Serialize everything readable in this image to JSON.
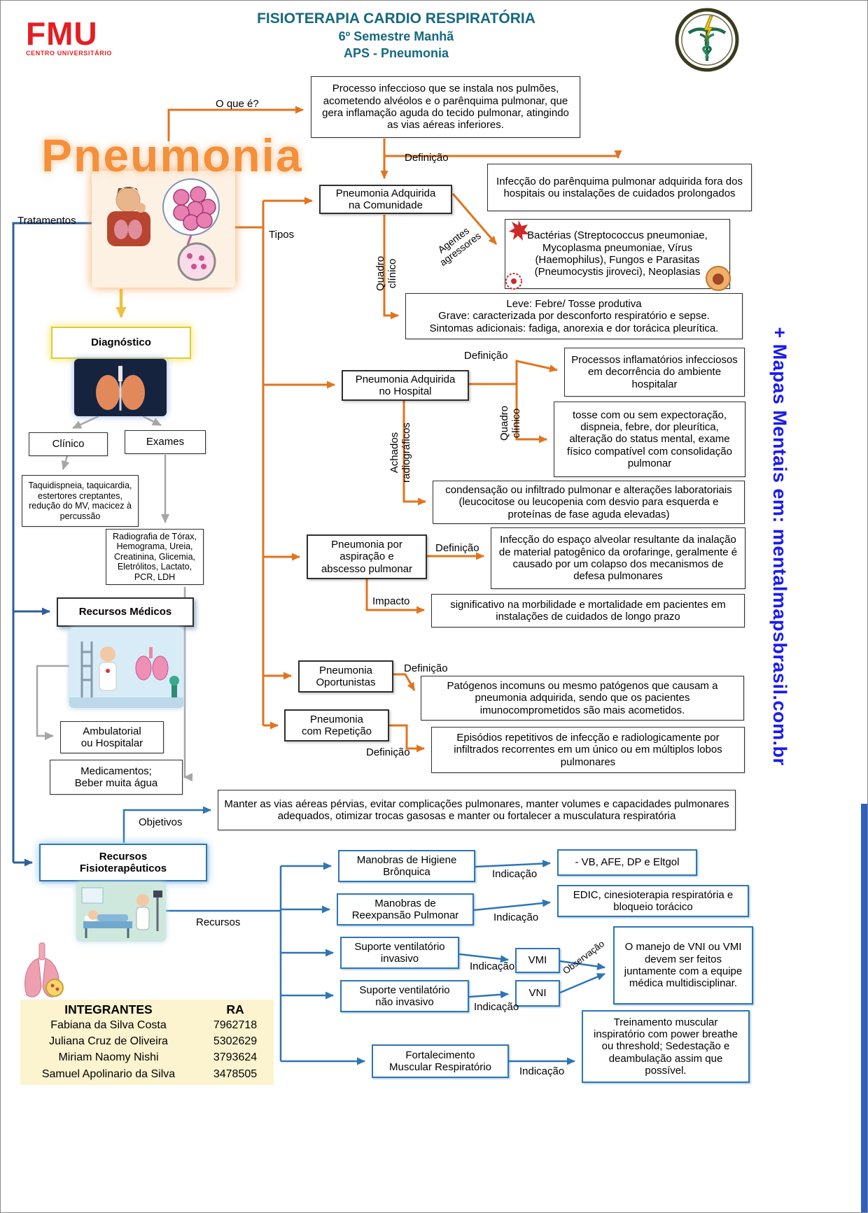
{
  "header": {
    "fmu": "FMU",
    "fmu_sub": "CENTRO UNIVERSITÁRIO",
    "title1": "FISIOTERAPIA CARDIO RESPIRATÓRIA",
    "title2": "6º Semestre Manhã",
    "title3": "APS - Pneumonia"
  },
  "banner": "+ Mapas Mentais em: mentalmapsbrasil.com.br",
  "map": {
    "title": "Pneumonia",
    "labels": {
      "o_que_e": "O que é?",
      "tipos": "Tipos",
      "tratamentos": "Tratamentos",
      "definicao": "Definição",
      "agentes": "Agentes\nagressores",
      "quadro": "Quadro\nclínico",
      "achados": "Achados\nradiográficos",
      "impacto": "Impacto",
      "objetivos": "Objetivos",
      "recursos": "Recursos",
      "indicacao": "Indicação",
      "observacao": "Observação"
    },
    "o_que_e_def": "Processo infeccioso que se instala nos pulmões, acometendo alvéolos e o parênquima pulmonar, que gera inflamação aguda do tecido pulmonar, atingindo as vias aéreas inferiores.",
    "comunidade": {
      "title": "Pneumonia Adquirida\nna Comunidade",
      "definicao": "Infecção do parênquima pulmonar adquirida fora dos hospitais ou instalações de cuidados prolongados",
      "agentes": "Bactérias (Streptococcus pneumoniae, Mycoplasma pneumoniae, Vírus (Haemophilus), Fungos e Parasitas (Pneumocystis jiroveci), Neoplasias",
      "quadro": "Leve: Febre/ Tosse produtiva\nGrave: caracterizada por desconforto respiratório e sepse.\nSintomas adicionais: fadiga, anorexia e dor torácica pleurítica."
    },
    "hospital": {
      "title": "Pneumonia Adquirida\nno Hospital",
      "definicao": "Processos inflamatórios infecciosos em decorrência do ambiente hospitalar",
      "quadro": "tosse com ou sem expectoração, dispneia, febre, dor pleurítica, alteração do status mental, exame físico compatível com consolidação pulmonar",
      "achados": "condensação ou infiltrado pulmonar e alterações laboratoriais (leucocitose ou leucopenia com desvio para esquerda e proteínas de fase aguda elevadas)"
    },
    "aspiracao": {
      "title": "Pneumonia por\naspiração e\nabscesso pulmonar",
      "definicao": "Infecção do espaço alveolar resultante da inalação de material patogênico da orofaringe, geralmente é causado por um colapso dos mecanismos de defesa pulmonares",
      "impacto": "significativo na morbilidade e mortalidade em pacientes em instalações de cuidados de longo prazo"
    },
    "oportunistas": {
      "title": "Pneumonia\nOportunistas",
      "definicao": "Patógenos incomuns ou mesmo patógenos que causam a pneumonia adquirida, sendo que os pacientes imunocomprometidos são mais acometidos."
    },
    "repeticao": {
      "title": "Pneumonia\ncom Repetição",
      "definicao": "Episódios repetitivos de infecção e radiologicamente por infiltrados recorrentes em um único ou em múltiplos lobos pulmonares"
    },
    "diagnostico": {
      "title": "Diagnóstico",
      "clinico": "Clínico",
      "exames": "Exames",
      "clinico_detalhe": "Taquidispneia, taquicardia, estertores creptantes, redução do MV, macicez à percussão",
      "exames_detalhe": "Radiografia de Tórax, Hemograma, Ureia, Creatinina, Glicemia, Eletrólitos, Lactato, PCR, LDH"
    },
    "recursos_medicos": {
      "title": "Recursos Médicos",
      "ambulatorial": "Ambulatorial\nou Hospitalar",
      "medicamentos": "Medicamentos;\nBeber muita água"
    },
    "objetivos_def": "Manter as vias aéreas pérvias, evitar complicações pulmonares, manter volumes e capacidades pulmonares adequados, otimizar trocas gasosas e manter ou fortalecer a musculatura respiratória",
    "fisio": {
      "title": "Recursos\nFisioterapêuticos",
      "higiene": "Manobras de Higiene\nBrônquica",
      "higiene_ind": "- VB, AFE, DP e Eltgol",
      "reexpansao": "Manobras de\nReexpansão Pulmonar",
      "reexpansao_ind": "EDIC, cinesioterapia respiratória e bloqueio torácico",
      "invasivo": "Suporte ventilatório\ninvasivo",
      "vmi": "VMI",
      "nao_invasivo": "Suporte ventilatório\nnão invasivo",
      "vni": "VNI",
      "observacao_def": "O manejo de VNI ou VMI devem ser feitos juntamente com a equipe médica multidisciplinar.",
      "fortalecimento": "Fortalecimento\nMuscular Respiratório",
      "fortalecimento_ind": "Treinamento muscular inspiratório com power breathe ou threshold; Sedestação e deambulação assim que possível."
    }
  },
  "integrantes": {
    "title": "INTEGRANTES",
    "ra": "RA",
    "rows": [
      {
        "name": "Fabiana da Silva Costa",
        "ra": "7962718"
      },
      {
        "name": "Juliana Cruz de Oliveira",
        "ra": "5302629"
      },
      {
        "name": "Miriam Naomy Nishi",
        "ra": "3793624"
      },
      {
        "name": "Samuel Apolinario da Silva",
        "ra": "3478505"
      }
    ]
  }
}
